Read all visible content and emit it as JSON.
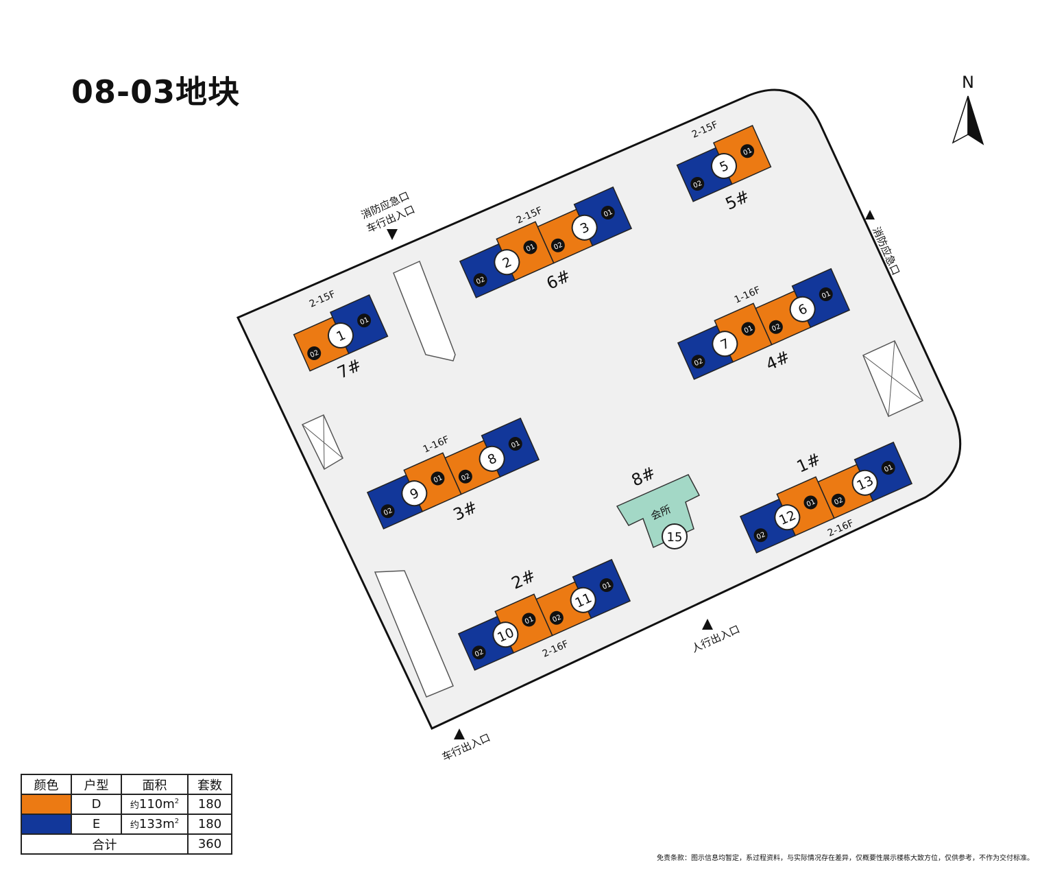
{
  "title": "08-03地块",
  "north_label": "N",
  "colors": {
    "D": "#ec7a13",
    "E": "#12379a",
    "clubhouse": "#a3d8c6",
    "site": "#f0f0f0"
  },
  "entrances": {
    "top_left_line1": "消防应急口",
    "top_left_line2": "车行出入口",
    "right": "消防应急口",
    "bottom_right": "人行出入口",
    "bottom_left": "车行出入口"
  },
  "buildings": [
    {
      "id": "7#",
      "floors": "2-15F",
      "units": [
        {
          "num": "1",
          "d": "02",
          "e": "01"
        }
      ]
    },
    {
      "id": "6#",
      "floors": "2-15F",
      "units": [
        {
          "num": "2",
          "d": "02",
          "e": "01"
        },
        {
          "num": "3",
          "d": "02",
          "e": "01"
        }
      ]
    },
    {
      "id": "5#",
      "floors": "2-15F",
      "units": [
        {
          "num": "5",
          "d": "02",
          "e": "01"
        }
      ]
    },
    {
      "id": "4#",
      "floors": "1-16F",
      "units": [
        {
          "num": "7",
          "d": "02",
          "e": "01"
        },
        {
          "num": "6",
          "d": "02",
          "e": "01"
        }
      ]
    },
    {
      "id": "3#",
      "floors": "1-16F",
      "units": [
        {
          "num": "9",
          "d": "02",
          "e": "01"
        },
        {
          "num": "8",
          "d": "02",
          "e": "01"
        }
      ]
    },
    {
      "id": "2#",
      "floors": "2-16F",
      "units": [
        {
          "num": "10",
          "d": "02",
          "e": "01"
        },
        {
          "num": "11",
          "d": "02",
          "e": "01"
        }
      ]
    },
    {
      "id": "1#",
      "floors": "2-16F",
      "units": [
        {
          "num": "12",
          "d": "02",
          "e": "01"
        },
        {
          "num": "13",
          "d": "02",
          "e": "01"
        }
      ]
    }
  ],
  "clubhouse": {
    "id": "8#",
    "label": "会所",
    "num": "15"
  },
  "legend": {
    "headers": [
      "颜色",
      "户型",
      "面积",
      "套数"
    ],
    "rows": [
      {
        "type": "D",
        "area_prefix": "约",
        "area": "110m",
        "area_sup": "2",
        "count": "180"
      },
      {
        "type": "E",
        "area_prefix": "约",
        "area": "133m",
        "area_sup": "2",
        "count": "180"
      }
    ],
    "total_label": "合计",
    "total": "360"
  },
  "disclaimer": "免责条款：图示信息均暂定，系过程资料，与实际情况存在差异，仅概要性展示楼栋大致方位，仅供参考，不作为交付标准。"
}
